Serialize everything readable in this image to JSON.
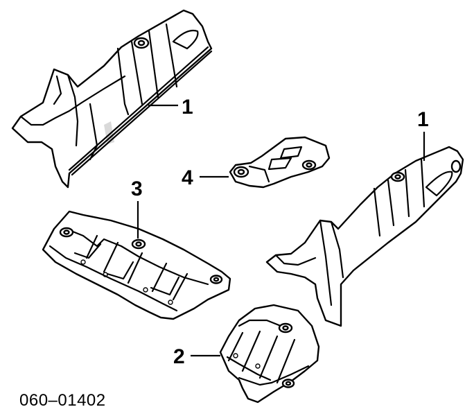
{
  "callouts": {
    "top_left": "1",
    "right": "1",
    "rear_skid": "2",
    "center_skid": "3",
    "bracket": "4"
  },
  "part_code": "060–01402"
}
